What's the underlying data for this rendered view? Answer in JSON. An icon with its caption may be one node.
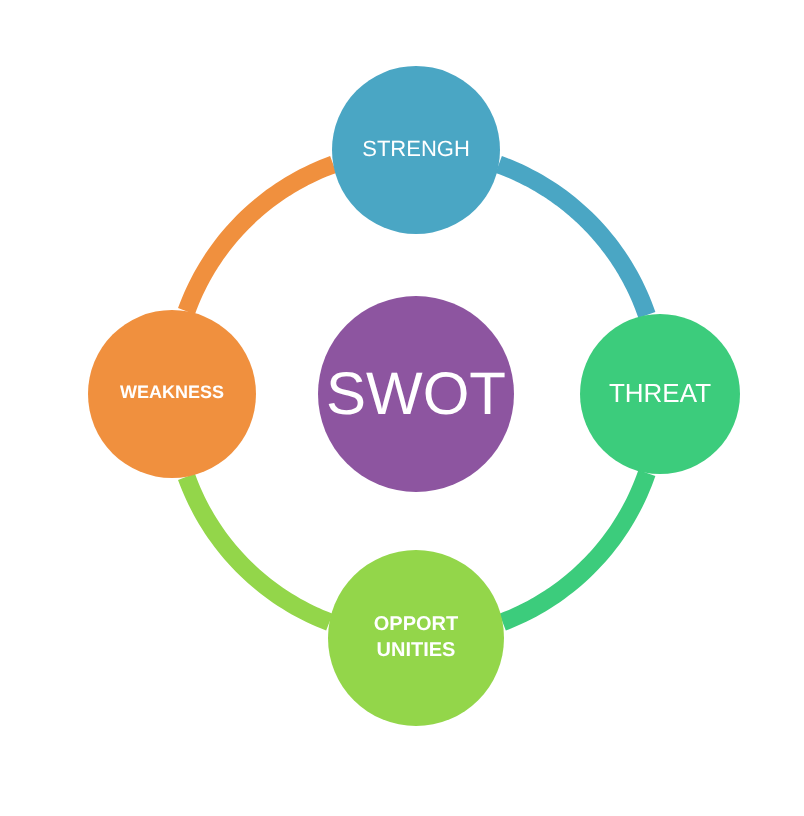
{
  "diagram": {
    "nodes": [
      {
        "text": [
          "STRENGH"
        ]
      },
      {
        "text": [
          "WEAKNESS"
        ]
      },
      {
        "text": [
          "SWOT"
        ]
      },
      {
        "text": [
          "THREAT"
        ]
      },
      {
        "text": [
          "OPPORT UNITIES"
        ]
      }
    ],
    "edges": [
      {
        "from": 0,
        "to": 3,
        "arrow": "none",
        "color": "#4aa6c4"
      },
      {
        "from": 3,
        "to": 4,
        "arrow": "none",
        "color": "#3ccc7c"
      },
      {
        "from": 4,
        "to": 1,
        "arrow": "none",
        "color": "#93d64a"
      },
      {
        "from": 1,
        "to": 0,
        "arrow": "none",
        "color": "#f0903e"
      }
    ]
  }
}
